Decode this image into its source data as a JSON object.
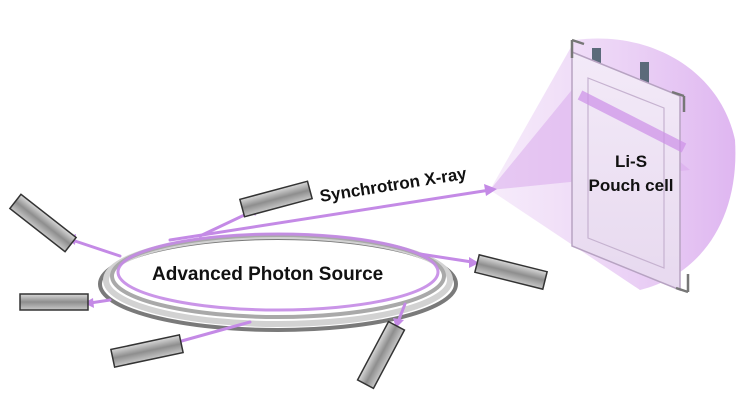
{
  "diagram": {
    "ring_label": "Advanced Photon Source",
    "beam_label": "Synchrotron X-ray",
    "cell_label_line1": "Li-S",
    "cell_label_line2": "Pouch cell"
  },
  "colors": {
    "beam": "#c48ae6",
    "cone": "#e9d3f3",
    "ring": "#b7b7b7",
    "ring_dark": "#7a7a7a",
    "beamline_body": "#9b9b9b",
    "cell_fill": "#efe6f4",
    "cell_tab": "#5b6a7a"
  }
}
